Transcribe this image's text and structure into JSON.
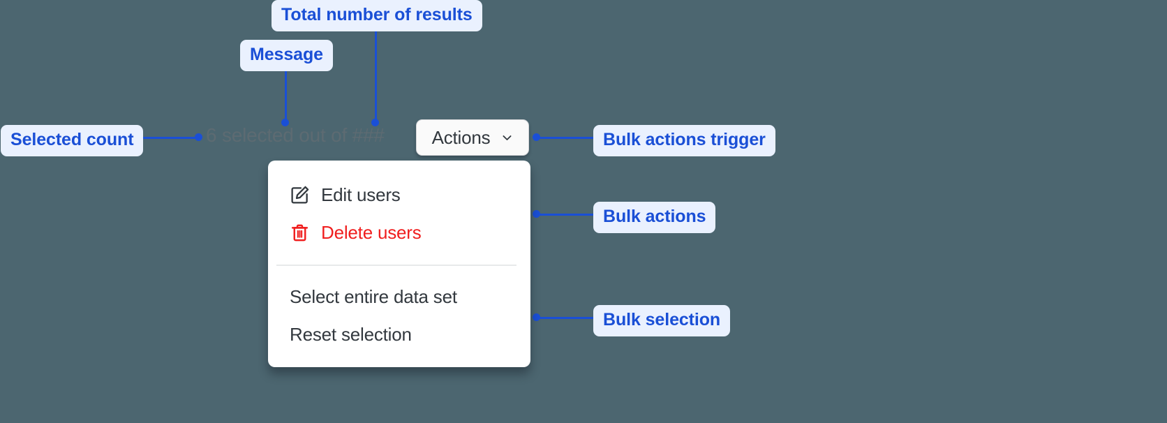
{
  "background_color": "#4c6670",
  "accent_color": "#1a4fd6",
  "callout_bg_color": "#eaf1fe",
  "danger_color": "#f01e1e",
  "bulk_actions_bar": {
    "selected_count": "6",
    "message_text": "selected out of",
    "total_results": "###",
    "full_message": "6 selected out of ###",
    "trigger": {
      "label": "Actions",
      "chevron_icon": "chevron-down-icon"
    }
  },
  "menu": {
    "groups": [
      {
        "name": "bulk-actions",
        "items": [
          {
            "label": "Edit users",
            "icon": "edit-pencil-icon",
            "variant": "default"
          },
          {
            "label": "Delete users",
            "icon": "trash-icon",
            "variant": "danger"
          }
        ]
      },
      {
        "name": "bulk-selection",
        "items": [
          {
            "label": "Select entire data set",
            "icon": "",
            "variant": "plain"
          },
          {
            "label": "Reset selection",
            "icon": "",
            "variant": "plain"
          }
        ]
      }
    ]
  },
  "annotations": [
    {
      "id": "total-results",
      "label": "Total number of results"
    },
    {
      "id": "message",
      "label": "Message"
    },
    {
      "id": "selected-count",
      "label": "Selected count"
    },
    {
      "id": "bulk-actions-trigger",
      "label": "Bulk actions trigger"
    },
    {
      "id": "bulk-actions",
      "label": "Bulk actions"
    },
    {
      "id": "bulk-selection",
      "label": "Bulk selection"
    }
  ]
}
